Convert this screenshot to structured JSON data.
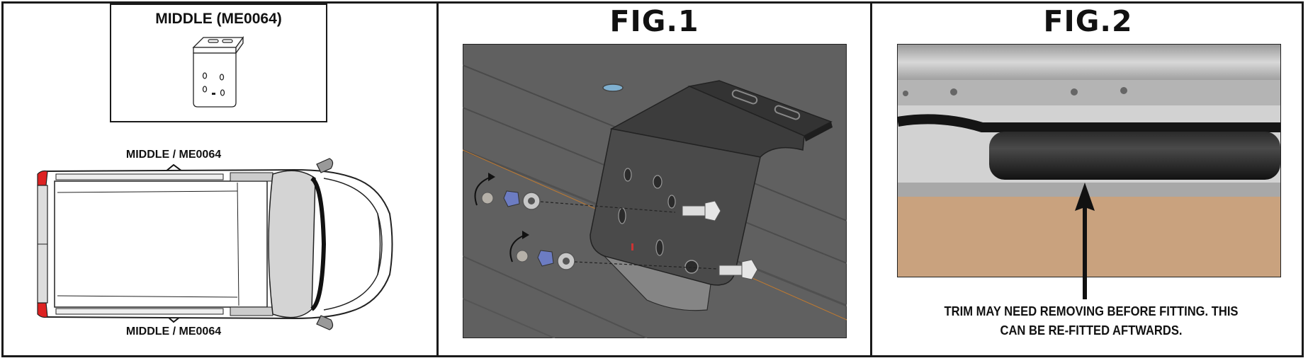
{
  "left_panel": {
    "part_label": "MIDDLE (ME0064)",
    "callout_top": "MIDDLE / ME0064",
    "callout_bottom": "MIDDLE / ME0064"
  },
  "fig1": {
    "title": "FIG.1"
  },
  "fig2": {
    "title": "FIG.2",
    "note_line1": "TRIM MAY NEED REMOVING BEFORE FITTING. THIS",
    "note_line2": "CAN BE RE-FITTED AFTWARDS."
  },
  "colors": {
    "border": "#1a1a1a",
    "render_background": "#5e5e5e",
    "bracket": "#3a3a3a",
    "trim_background": "#c9a27e"
  }
}
